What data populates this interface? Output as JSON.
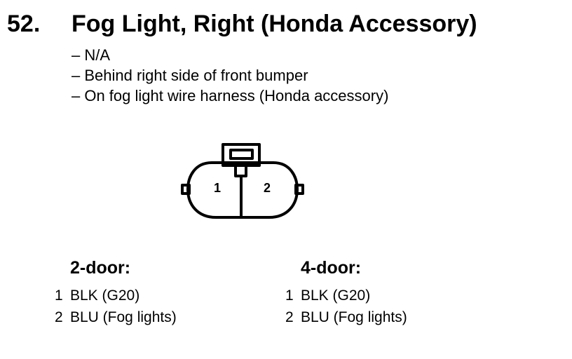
{
  "section": {
    "number": "52.",
    "title": "Fog Light, Right (Honda Accessory)"
  },
  "details": [
    "– N/A",
    "– Behind right side of front bumper",
    "– On fog light wire harness (Honda accessory)"
  ],
  "connector": {
    "pin_labels": [
      "1",
      "2"
    ]
  },
  "variants": [
    {
      "heading": "2-door:",
      "pins": [
        {
          "number": "1",
          "wire": "BLK (G20)"
        },
        {
          "number": "2",
          "wire": "BLU (Fog lights)"
        }
      ]
    },
    {
      "heading": "4-door:",
      "pins": [
        {
          "number": "1",
          "wire": "BLK (G20)"
        },
        {
          "number": "2",
          "wire": "BLU (Fog lights)"
        }
      ]
    }
  ]
}
